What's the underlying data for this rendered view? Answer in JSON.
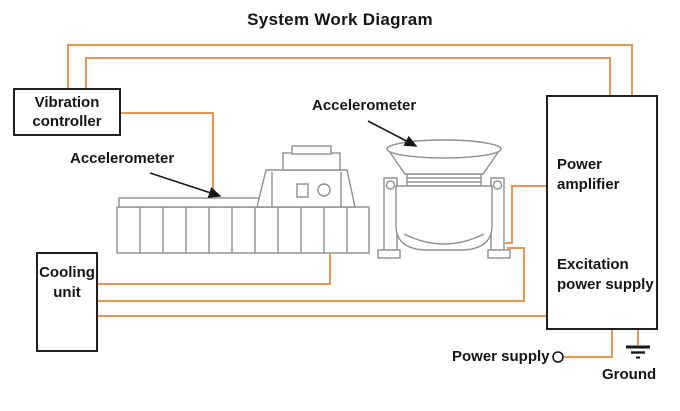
{
  "title": "System Work Diagram",
  "boxes": {
    "vibration_controller": {
      "label": "Vibration controller"
    },
    "cooling_unit": {
      "label": "Cooling unit"
    },
    "power_amplifier": {
      "label": "Power amplifier"
    },
    "excitation_power_supply": {
      "label": "Excitation power supply"
    }
  },
  "annotations": {
    "accelerometer_slip_table": {
      "label": "Accelerometer"
    },
    "accelerometer_shaker": {
      "label": "Accelerometer"
    },
    "power_supply": {
      "label": "Power supply"
    },
    "ground": {
      "label": "Ground"
    }
  },
  "icons": {
    "power_supply_terminal": "open-circle-terminal",
    "ground_symbol": "earth-ground",
    "accelerometer_pointer": "black-arrow"
  },
  "colors": {
    "wire": "#e0995c",
    "machine_outline": "#8f8f8f",
    "box_border": "#1f1f1f",
    "text": "#151515",
    "background": "#ffffff"
  }
}
